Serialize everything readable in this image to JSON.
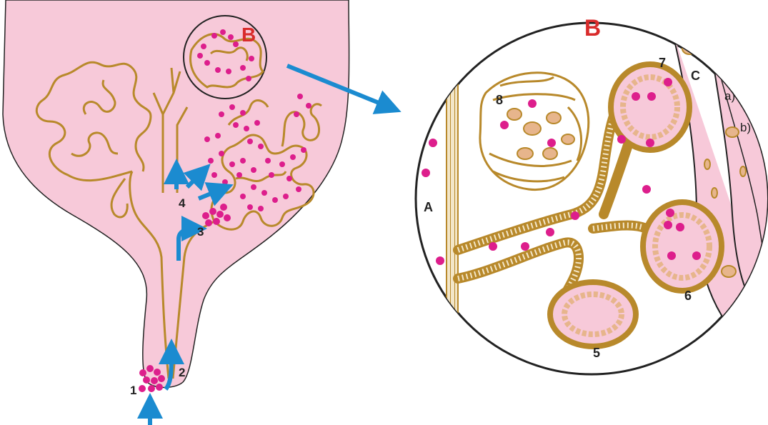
{
  "labels": {
    "num1": "1",
    "num2": "2",
    "num3": "3",
    "num4": "4",
    "num5": "5",
    "num6": "6",
    "num7": "7",
    "num8": "8",
    "letter_a": "A",
    "letter_b_small": "B",
    "letter_b_large": "B",
    "letter_c": "C",
    "sub_a": "a)",
    "sub_b": "b)"
  },
  "colors": {
    "tissue_pink": "#f7c9d9",
    "tube_gold": "#b8892b",
    "cell_pink": "#dd1e8c",
    "arrow_blue": "#1b8bd0",
    "label_red": "#d92b2b",
    "outline": "#222222",
    "cell_tan": "#e7b58c"
  },
  "icons": {
    "flow_arrow": "arrow-up-icon",
    "zoom_arrow": "arrow-right-icon"
  }
}
